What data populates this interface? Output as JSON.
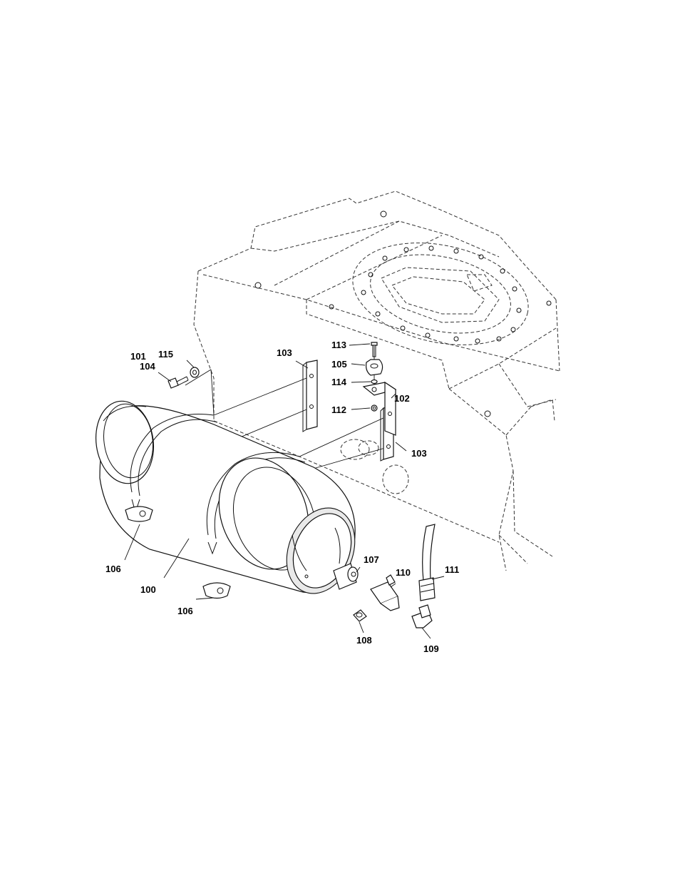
{
  "figure": {
    "callouts": {
      "c100": "100",
      "c101": "101",
      "c102": "102",
      "c103a": "103",
      "c103b": "103",
      "c104": "104",
      "c105": "105",
      "c106a": "106",
      "c106b": "106",
      "c107": "107",
      "c108": "108",
      "c109": "109",
      "c110": "110",
      "c111": "111",
      "c112": "112",
      "c113": "113",
      "c114": "114",
      "c115": "115"
    }
  }
}
